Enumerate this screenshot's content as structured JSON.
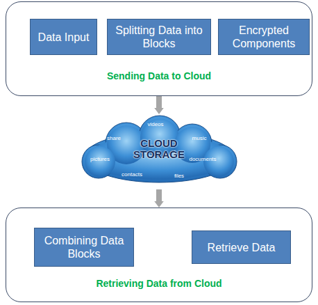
{
  "diagram": {
    "nodes": [
      {
        "text": [
          "Sending Data to Cloud"
        ]
      },
      {
        "text": [
          "Data Input"
        ],
        "in": 0
      },
      {
        "text": [
          "Splitting Data into Blocks"
        ],
        "in": 0
      },
      {
        "text": [
          "Encrypted Components"
        ],
        "in": 0
      },
      {
        "text": [
          "CLOUD STORAGE",
          "videos",
          "share",
          "music",
          "pictures",
          "documents",
          "contacts",
          "files"
        ]
      },
      {
        "text": [
          "Retrieving Data from Cloud"
        ]
      },
      {
        "text": [
          "Combining Data Blocks"
        ],
        "in": 5
      },
      {
        "text": [
          "Retrieve Data"
        ],
        "in": 5
      }
    ],
    "edges": [
      {
        "from": 1,
        "to": 2,
        "arrow": "to"
      },
      {
        "from": 2,
        "to": 3,
        "arrow": "to"
      },
      {
        "from": 0,
        "to": 4,
        "arrow": "to"
      },
      {
        "from": 4,
        "to": 5,
        "arrow": "to"
      },
      {
        "from": 6,
        "to": 7,
        "arrow": "to"
      }
    ]
  }
}
